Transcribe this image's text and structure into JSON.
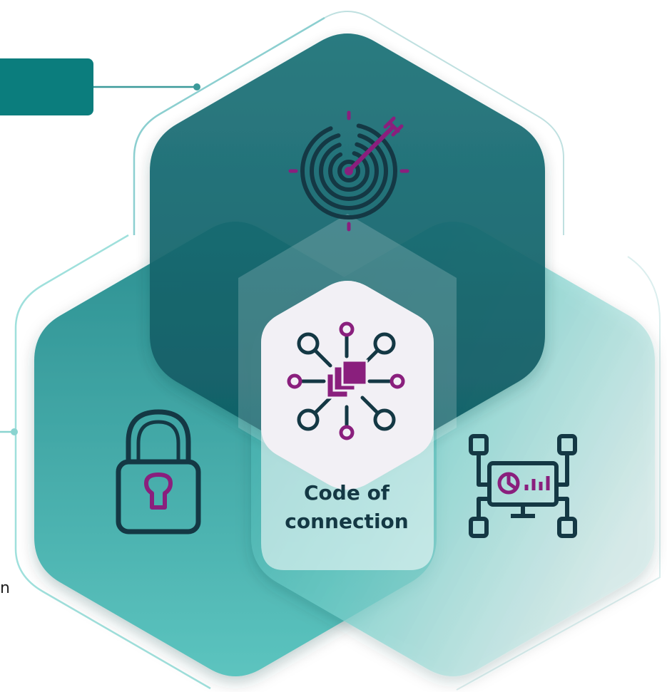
{
  "center": {
    "line1": "Code of",
    "line2": "connection"
  },
  "edge_text": "n",
  "colors": {
    "teal_dark": "#176a72",
    "teal_mid": "#3aa6a4",
    "teal_light": "#8fd3cf",
    "accent_magenta": "#8a1f7d",
    "icon_navy": "#143844",
    "tab_teal": "#0b7d7d"
  },
  "icons": {
    "top": "target-icon",
    "left": "padlock-icon",
    "right": "analytics-monitor-icon",
    "center": "network-hub-icon"
  }
}
